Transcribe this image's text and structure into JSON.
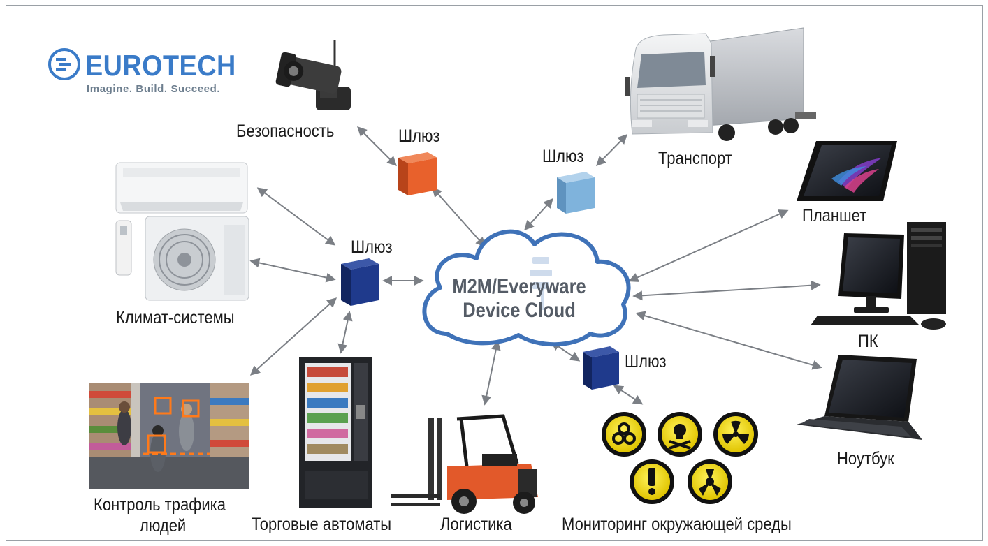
{
  "logo": {
    "name": "EUROTECH",
    "tagline": "Imagine. Build. Succeed.",
    "color": "#3a7bc8"
  },
  "cloud": {
    "line1": "M2M/Everyware",
    "line2": "Device Cloud",
    "stroke_color": "#3f72b8"
  },
  "gateways": [
    {
      "label": "Шлюз",
      "color": "#e8612c",
      "role": "security-gateway"
    },
    {
      "label": "Шлюз",
      "color": "#7fb3dc",
      "role": "transport-gateway"
    },
    {
      "label": "Шлюз",
      "color": "#1f3a8c",
      "role": "central-gateway"
    },
    {
      "label": "Шлюз",
      "color": "#1f3a8c",
      "role": "environment-gateway"
    }
  ],
  "devices": {
    "security": "Безопасность",
    "transport": "Транспорт",
    "tablet": "Планшет",
    "pc": "ПК",
    "laptop": "Ноутбук",
    "climate": "Климат-системы",
    "people_traffic_line1": "Контроль трафика",
    "people_traffic_line2": "людей",
    "vending": "Торговые автоматы",
    "logistics": "Логистика",
    "environment": "Мониторинг окружающей среды"
  },
  "icons": {
    "security": "cctv-camera-icon",
    "transport": "truck-icon",
    "tablet": "tablet-icon",
    "pc": "desktop-pc-icon",
    "laptop": "laptop-icon",
    "climate": "air-conditioner-icon",
    "people_traffic": "people-counting-camera-icon",
    "vending": "vending-machine-icon",
    "logistics": "forklift-icon",
    "environment": [
      "biohazard-icon",
      "toxic-skull-icon",
      "radiation-icon",
      "exclamation-warning-icon",
      "chemical-hazard-icon"
    ]
  },
  "arrow_color": "#7b7f85"
}
